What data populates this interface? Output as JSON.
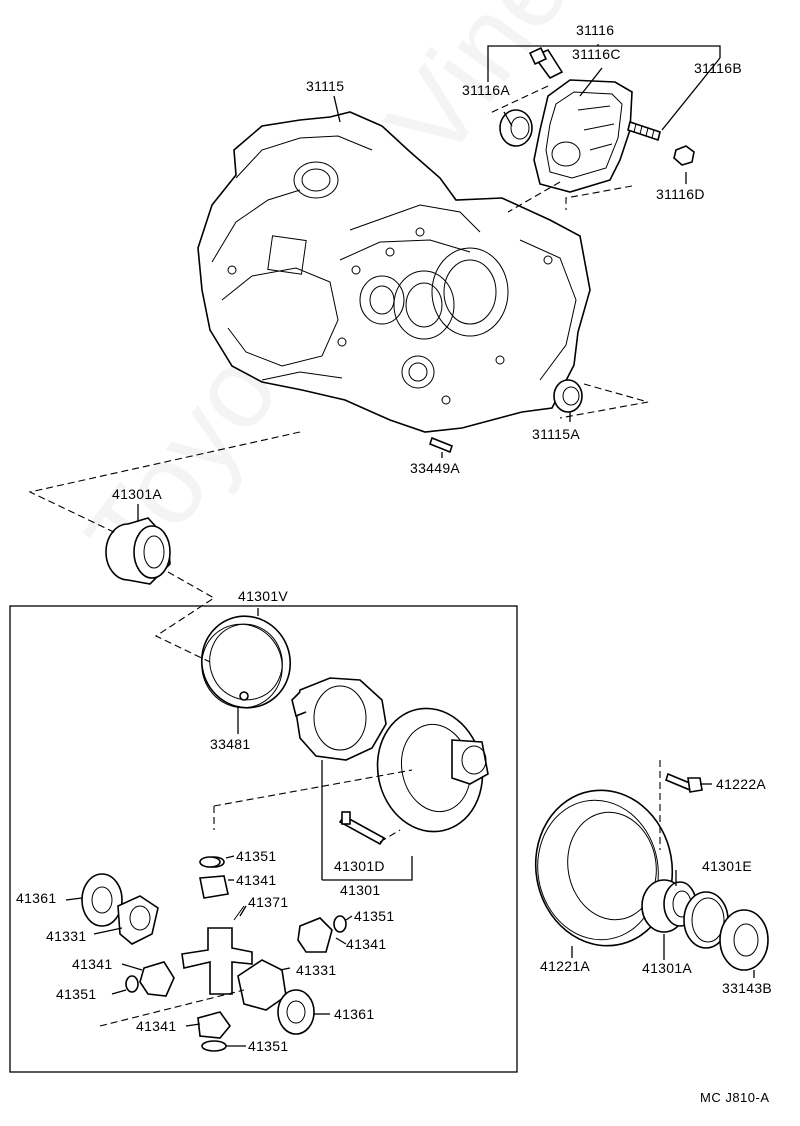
{
  "watermark": "ToyotaCarVine.ru",
  "diagram_code": "MC  J810-A",
  "labels": [
    {
      "id": "l01",
      "text": "31116"
    },
    {
      "id": "l02",
      "text": "31116C"
    },
    {
      "id": "l03",
      "text": "31116B"
    },
    {
      "id": "l04",
      "text": "31116A"
    },
    {
      "id": "l05",
      "text": "31115"
    },
    {
      "id": "l06",
      "text": "31116D"
    },
    {
      "id": "l07",
      "text": "31115A"
    },
    {
      "id": "l08",
      "text": "33449A"
    },
    {
      "id": "l09",
      "text": "41301A"
    },
    {
      "id": "l10",
      "text": "41301V"
    },
    {
      "id": "l11",
      "text": "33481"
    },
    {
      "id": "l12",
      "text": "41222A"
    },
    {
      "id": "l13",
      "text": "41351"
    },
    {
      "id": "l14",
      "text": "41301D"
    },
    {
      "id": "l15",
      "text": "41341"
    },
    {
      "id": "l16",
      "text": "41301"
    },
    {
      "id": "l17",
      "text": "41301E"
    },
    {
      "id": "l18",
      "text": "41361"
    },
    {
      "id": "l19",
      "text": "41371"
    },
    {
      "id": "l20",
      "text": "41331"
    },
    {
      "id": "l21",
      "text": "41351"
    },
    {
      "id": "l22",
      "text": "41341"
    },
    {
      "id": "l23",
      "text": "41341"
    },
    {
      "id": "l24",
      "text": "41331"
    },
    {
      "id": "l25",
      "text": "41351"
    },
    {
      "id": "l26",
      "text": "41361"
    },
    {
      "id": "l27",
      "text": "41221A"
    },
    {
      "id": "l28",
      "text": "41301A"
    },
    {
      "id": "l29",
      "text": "33143B"
    },
    {
      "id": "l30",
      "text": "41341"
    },
    {
      "id": "l31",
      "text": "41351"
    }
  ]
}
